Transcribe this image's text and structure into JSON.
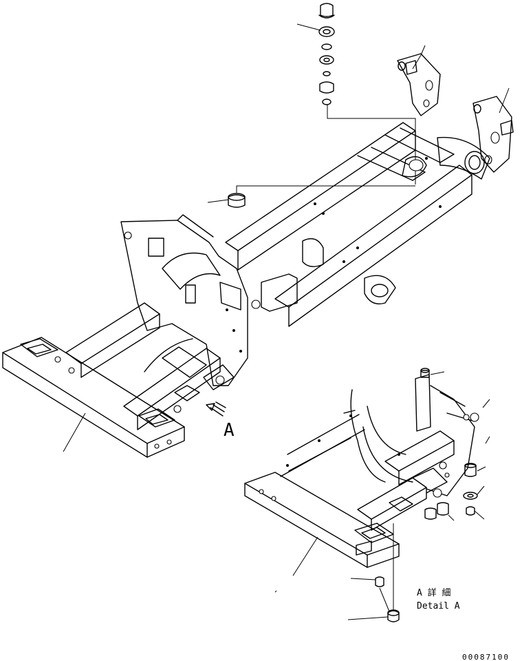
{
  "view_marker": "A",
  "detail_label_jp": "A 詳 細",
  "detail_label_en": "Detail A",
  "drawing_number": "00087100",
  "ink_color": "#000000",
  "paper_color": "#ffffff"
}
